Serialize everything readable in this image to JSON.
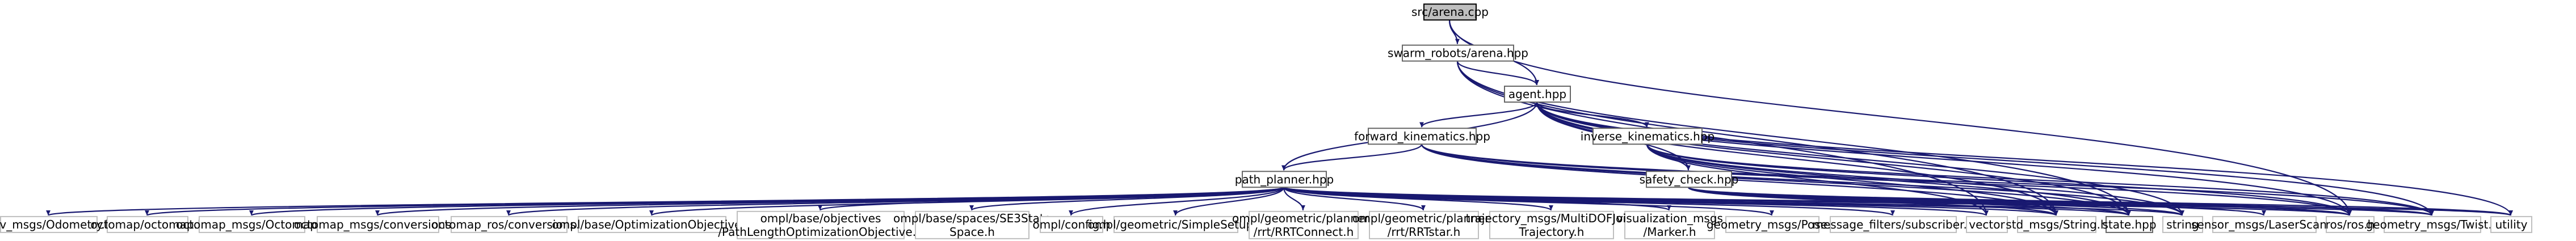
{
  "graph": {
    "nodes": [
      {
        "id": "arena_cpp",
        "label": "src/arena.cpp",
        "kind": "root"
      },
      {
        "id": "arena_hpp",
        "label": "swarm_robots/arena.hpp",
        "kind": "header"
      },
      {
        "id": "agent_hpp",
        "label": "agent.hpp",
        "kind": "header"
      },
      {
        "id": "fk_hpp",
        "label": "forward_kinematics.hpp",
        "kind": "header"
      },
      {
        "id": "ik_hpp",
        "label": "inverse_kinematics.hpp",
        "kind": "header"
      },
      {
        "id": "pp_hpp",
        "label": "path_planner.hpp",
        "kind": "header"
      },
      {
        "id": "sc_hpp",
        "label": "safety_check.hpp",
        "kind": "header"
      },
      {
        "id": "nav_odom",
        "label": "nav_msgs/Odometry.h",
        "kind": "system"
      },
      {
        "id": "octomap",
        "label": "octomap/octomap.h",
        "kind": "system"
      },
      {
        "id": "oct_msg",
        "label": "octomap_msgs/Octomap.h",
        "kind": "system"
      },
      {
        "id": "oct_conv",
        "label": "octomap_msgs/conversions.h",
        "kind": "system"
      },
      {
        "id": "oct_ros",
        "label": "octomap_ros/conversions.h",
        "kind": "system"
      },
      {
        "id": "ompl_oo",
        "label": "ompl/base/OptimizationObjective.h",
        "kind": "system"
      },
      {
        "id": "ompl_plo",
        "label": "ompl/base/objectives/PathLengthOptimizationObjective.h",
        "kind": "system",
        "lines": [
          "ompl/base/objectives",
          "/PathLengthOptimizationObjective.h"
        ]
      },
      {
        "id": "ompl_se3",
        "label": "ompl/base/spaces/SE3StateSpace.h",
        "kind": "system",
        "lines": [
          "ompl/base/spaces/SE3State",
          "Space.h"
        ]
      },
      {
        "id": "ompl_cfg",
        "label": "ompl/config.h",
        "kind": "system"
      },
      {
        "id": "ompl_ss",
        "label": "ompl/geometric/SimpleSetup.h",
        "kind": "system"
      },
      {
        "id": "ompl_rrtc",
        "label": "ompl/geometric/planners/rrt/RRTConnect.h",
        "kind": "system",
        "lines": [
          "ompl/geometric/planners",
          "/rrt/RRTConnect.h"
        ]
      },
      {
        "id": "ompl_rrts",
        "label": "ompl/geometric/planners/rrt/RRTstar.h",
        "kind": "system",
        "lines": [
          "ompl/geometric/planners",
          "/rrt/RRTstar.h"
        ]
      },
      {
        "id": "traj",
        "label": "trajectory_msgs/MultiDOFJointTrajectory.h",
        "kind": "system",
        "lines": [
          "trajectory_msgs/MultiDOFJoint",
          "Trajectory.h"
        ]
      },
      {
        "id": "viz",
        "label": "visualization_msgs/Marker.h",
        "kind": "system",
        "lines": [
          "visualization_msgs",
          "/Marker.h"
        ]
      },
      {
        "id": "pose",
        "label": "geometry_msgs/Pose.h",
        "kind": "system"
      },
      {
        "id": "msgf",
        "label": "message_filters/subscriber.h",
        "kind": "system"
      },
      {
        "id": "vector",
        "label": "vector",
        "kind": "system"
      },
      {
        "id": "stdstr",
        "label": "std_msgs/String.h",
        "kind": "system"
      },
      {
        "id": "state",
        "label": "state.hpp",
        "kind": "header"
      },
      {
        "id": "string",
        "label": "string",
        "kind": "system"
      },
      {
        "id": "laser",
        "label": "sensor_msgs/LaserScan.h",
        "kind": "system"
      },
      {
        "id": "rosh",
        "label": "ros/ros.h",
        "kind": "system"
      },
      {
        "id": "twist",
        "label": "geometry_msgs/Twist.h",
        "kind": "system"
      },
      {
        "id": "utility",
        "label": "utility",
        "kind": "system"
      }
    ],
    "edges": [
      [
        "arena_cpp",
        "arena_hpp"
      ],
      [
        "arena_cpp",
        "agent_hpp"
      ],
      [
        "arena_cpp",
        "rosh"
      ],
      [
        "arena_hpp",
        "agent_hpp"
      ],
      [
        "arena_hpp",
        "vector"
      ],
      [
        "arena_hpp",
        "stdstr"
      ],
      [
        "arena_hpp",
        "state"
      ],
      [
        "agent_hpp",
        "fk_hpp"
      ],
      [
        "agent_hpp",
        "ik_hpp"
      ],
      [
        "agent_hpp",
        "pp_hpp"
      ],
      [
        "agent_hpp",
        "sc_hpp"
      ],
      [
        "agent_hpp",
        "stdstr"
      ],
      [
        "agent_hpp",
        "state"
      ],
      [
        "agent_hpp",
        "string"
      ],
      [
        "agent_hpp",
        "rosh"
      ],
      [
        "agent_hpp",
        "twist"
      ],
      [
        "agent_hpp",
        "utility"
      ],
      [
        "fk_hpp",
        "pp_hpp"
      ],
      [
        "fk_hpp",
        "stdstr"
      ],
      [
        "fk_hpp",
        "state"
      ],
      [
        "fk_hpp",
        "string"
      ],
      [
        "fk_hpp",
        "rosh"
      ],
      [
        "fk_hpp",
        "twist"
      ],
      [
        "ik_hpp",
        "sc_hpp"
      ],
      [
        "ik_hpp",
        "stdstr"
      ],
      [
        "ik_hpp",
        "state"
      ],
      [
        "ik_hpp",
        "string"
      ],
      [
        "ik_hpp",
        "rosh"
      ],
      [
        "ik_hpp",
        "twist"
      ],
      [
        "ik_hpp",
        "vector"
      ],
      [
        "sc_hpp",
        "stdstr"
      ],
      [
        "sc_hpp",
        "state"
      ],
      [
        "sc_hpp",
        "string"
      ],
      [
        "sc_hpp",
        "laser"
      ],
      [
        "sc_hpp",
        "rosh"
      ],
      [
        "sc_hpp",
        "twist"
      ],
      [
        "sc_hpp",
        "utility"
      ],
      [
        "pp_hpp",
        "nav_odom"
      ],
      [
        "pp_hpp",
        "octomap"
      ],
      [
        "pp_hpp",
        "oct_msg"
      ],
      [
        "pp_hpp",
        "oct_conv"
      ],
      [
        "pp_hpp",
        "oct_ros"
      ],
      [
        "pp_hpp",
        "ompl_oo"
      ],
      [
        "pp_hpp",
        "ompl_plo"
      ],
      [
        "pp_hpp",
        "ompl_se3"
      ],
      [
        "pp_hpp",
        "ompl_cfg"
      ],
      [
        "pp_hpp",
        "ompl_ss"
      ],
      [
        "pp_hpp",
        "ompl_rrtc"
      ],
      [
        "pp_hpp",
        "ompl_rrts"
      ],
      [
        "pp_hpp",
        "traj"
      ],
      [
        "pp_hpp",
        "viz"
      ],
      [
        "pp_hpp",
        "pose"
      ],
      [
        "pp_hpp",
        "msgf"
      ],
      [
        "pp_hpp",
        "vector"
      ],
      [
        "pp_hpp",
        "stdstr"
      ],
      [
        "pp_hpp",
        "state"
      ],
      [
        "pp_hpp",
        "string"
      ],
      [
        "pp_hpp",
        "rosh"
      ],
      [
        "pp_hpp",
        "twist"
      ],
      [
        "pp_hpp",
        "utility"
      ]
    ]
  }
}
